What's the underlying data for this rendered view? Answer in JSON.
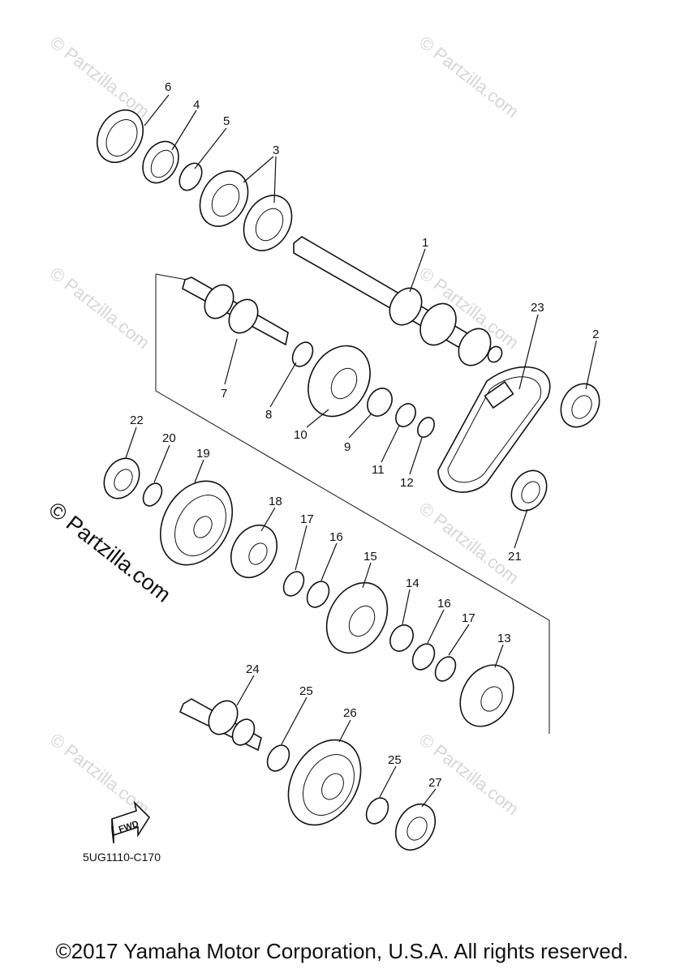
{
  "diagram": {
    "code": "5UG1110-C170",
    "fwd_label": "FWD",
    "watermark_small": "© Partzilla.com",
    "watermark_big": "© Partzilla.com",
    "copyright": "©2017 Yamaha Motor Corporation, U.S.A. All rights reserved.",
    "callouts": [
      "1",
      "2",
      "3",
      "4",
      "5",
      "6",
      "7",
      "8",
      "9",
      "10",
      "11",
      "12",
      "13",
      "14",
      "15",
      "16",
      "16",
      "17",
      "17",
      "18",
      "19",
      "20",
      "21",
      "22",
      "23",
      "24",
      "25",
      "25",
      "26",
      "27"
    ]
  }
}
